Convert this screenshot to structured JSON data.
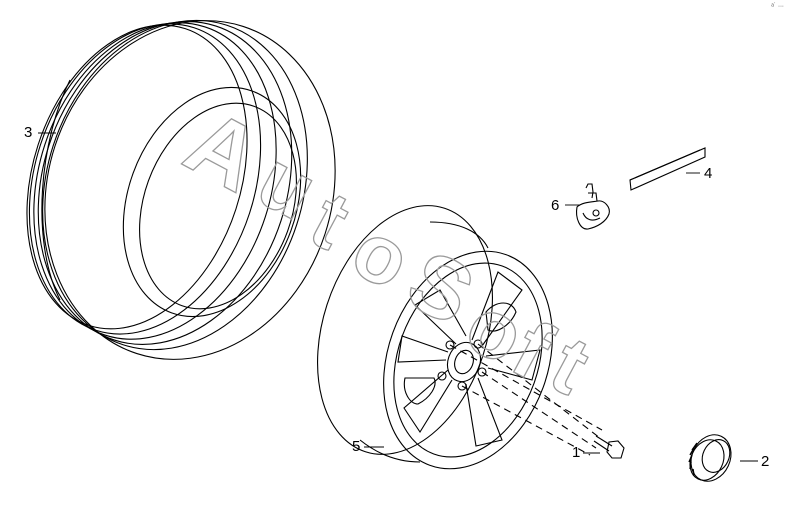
{
  "watermark": {
    "letters": [
      "A",
      "u",
      "t",
      "o",
      "S",
      "o",
      "f",
      "t"
    ],
    "color": "#9a9a9a"
  },
  "callouts": [
    {
      "id": "1",
      "label": "1",
      "part": "wheel-bolt"
    },
    {
      "id": "2",
      "label": "2",
      "part": "center-cap"
    },
    {
      "id": "3",
      "label": "3",
      "part": "tire"
    },
    {
      "id": "4",
      "label": "4",
      "part": "balance-weight"
    },
    {
      "id": "5",
      "label": "5",
      "part": "alloy-wheel-rim"
    },
    {
      "id": "6",
      "label": "6",
      "part": "tpms-sensor"
    }
  ],
  "corner_mark": "ᵃ˙ ∙∙∙",
  "colors": {
    "line": "#000000",
    "watermark": "#9a9a9a",
    "background": "#ffffff"
  }
}
